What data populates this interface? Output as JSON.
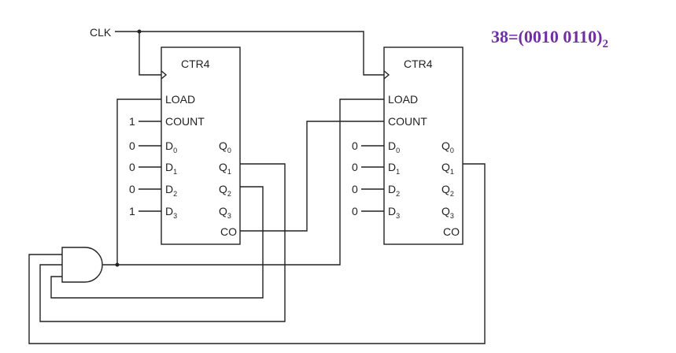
{
  "equation": {
    "lhs": "38",
    "rhs": "=(0010 0110)",
    "base": "2",
    "color": "#7030a0"
  },
  "clock_label": "CLK",
  "counters": [
    {
      "title": "CTR4",
      "pins_left": [
        "LOAD",
        "COUNT"
      ],
      "count_input": "1",
      "d_inputs": [
        {
          "name": "D",
          "index": "0",
          "value": "0"
        },
        {
          "name": "D",
          "index": "1",
          "value": "0"
        },
        {
          "name": "D",
          "index": "2",
          "value": "0"
        },
        {
          "name": "D",
          "index": "3",
          "value": "1"
        }
      ],
      "outputs": [
        {
          "name": "Q",
          "index": "0"
        },
        {
          "name": "Q",
          "index": "1"
        },
        {
          "name": "Q",
          "index": "2"
        },
        {
          "name": "Q",
          "index": "3"
        }
      ],
      "carry": "CO"
    },
    {
      "title": "CTR4",
      "pins_left": [
        "LOAD",
        "COUNT"
      ],
      "d_inputs": [
        {
          "name": "D",
          "index": "0",
          "value": "0"
        },
        {
          "name": "D",
          "index": "1",
          "value": "0"
        },
        {
          "name": "D",
          "index": "2",
          "value": "0"
        },
        {
          "name": "D",
          "index": "3",
          "value": "0"
        }
      ],
      "outputs": [
        {
          "name": "Q",
          "index": "0"
        },
        {
          "name": "Q",
          "index": "1"
        },
        {
          "name": "Q",
          "index": "2"
        },
        {
          "name": "Q",
          "index": "3"
        }
      ],
      "carry": "CO"
    }
  ],
  "gate": {
    "type": "AND",
    "inputs": 3
  }
}
